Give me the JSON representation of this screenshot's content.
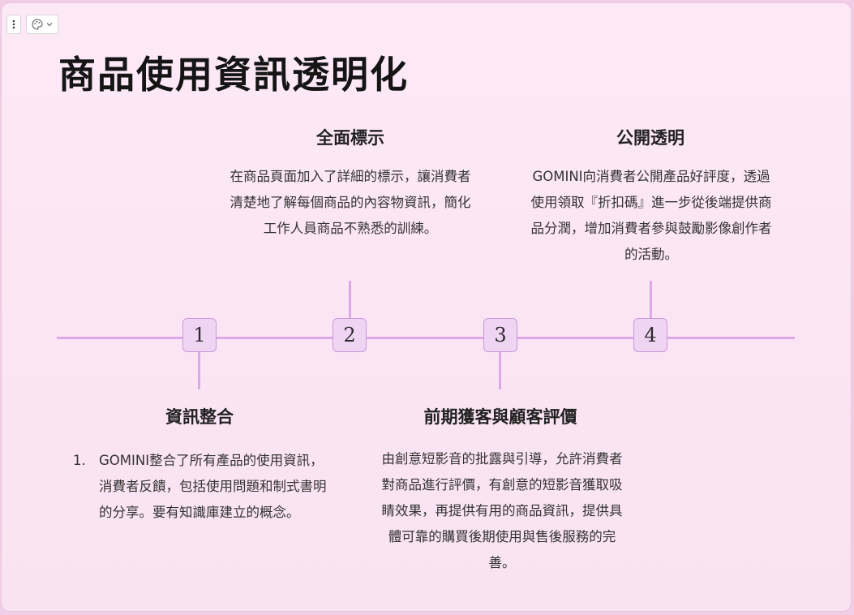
{
  "toolbar": {
    "menu_icon": "vertical-dots-icon",
    "palette_icon": "palette-icon",
    "dropdown_icon": "chevron-down-icon"
  },
  "title": "商品使用資訊透明化",
  "colors": {
    "line": "#dca8e8",
    "marker_fill": "#f0d4f4",
    "marker_border": "#c99ad8",
    "background": "#fde9f6"
  },
  "steps": [
    {
      "number": "1",
      "title": "資訊整合",
      "list_number": "1.",
      "body": "GOMINI整合了所有產品的使用資訊，消費者反饋，包括使用問題和制式書明的分享。要有知識庫建立的概念。"
    },
    {
      "number": "2",
      "title": "全面標示",
      "body": "在商品頁面加入了詳細的標示，讓消費者清楚地了解每個商品的內容物資訊，簡化工作人員商品不熟悉的訓練。"
    },
    {
      "number": "3",
      "title": "前期獲客與顧客評價",
      "body": "由創意短影音的批露與引導，允許消費者對商品進行評價，有創意的短影音獲取吸睛效果，再提供有用的商品資訊，提供具體可靠的購買後期使用與售後服務的完善。"
    },
    {
      "number": "4",
      "title": "公開透明",
      "body": "GOMINI向消費者公開產品好評度，透過使用領取『折扣碼』進一步從後端提供商品分潤，增加消費者參與鼓勵影像創作者的活動。"
    }
  ]
}
